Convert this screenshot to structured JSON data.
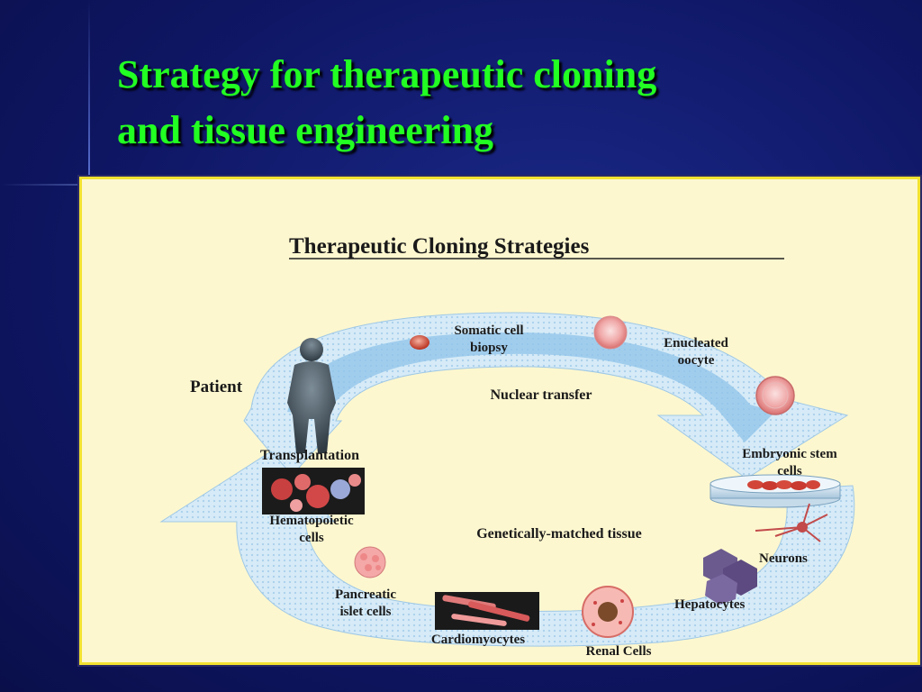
{
  "slide": {
    "title_line1": "Strategy for therapeutic cloning",
    "title_line2": "and tissue engineering"
  },
  "diagram": {
    "heading": "Therapeutic Cloning Strategies",
    "labels": {
      "patient": "Patient",
      "somatic_line1": "Somatic cell",
      "somatic_line2": "biopsy",
      "enucleated_line1": "Enucleated",
      "enucleated_line2": "oocyte",
      "nuclear_transfer": "Nuclear transfer",
      "embryonic_line1": "Embryonic stem",
      "embryonic_line2": "cells",
      "transplantation": "Transplantation",
      "hematopoietic_line1": "Hematopoietic",
      "hematopoietic_line2": "cells",
      "genetically_matched": "Genetically-matched tissue",
      "neurons": "Neurons",
      "hepatocytes": "Hepatocytes",
      "pancreatic_line1": "Pancreatic",
      "pancreatic_line2": "islet cells",
      "cardiomyocytes": "Cardiomyocytes",
      "renal": "Renal Cells"
    }
  },
  "colors": {
    "title": "#22ff22",
    "panel_bg": "#fdf7cf",
    "panel_border": "#f2e230",
    "arrow_fill": "#cfe6f5",
    "arrow_band": "#8fc3ea"
  }
}
